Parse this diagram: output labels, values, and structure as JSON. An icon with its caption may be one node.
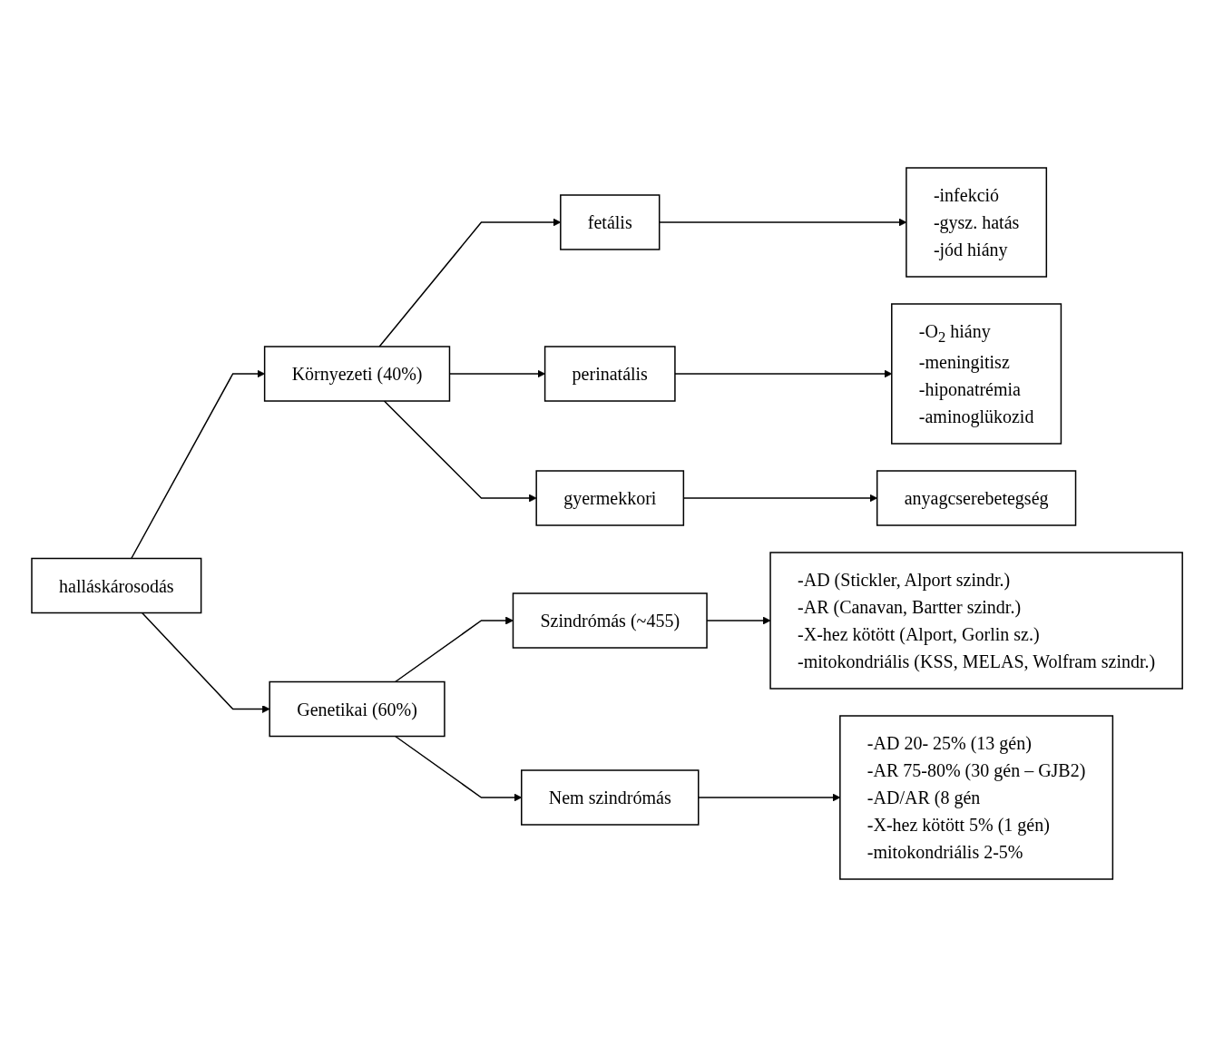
{
  "diagram": {
    "nodes": [
      {
        "text": [
          "halláskárosodás"
        ]
      },
      {
        "text": [
          "Környezeti (40%)"
        ]
      },
      {
        "text": [
          "fetális"
        ]
      },
      {
        "text": [
          "-infekció",
          "-gysz. hatás",
          "-jód hiány"
        ]
      },
      {
        "text": [
          "perinatális"
        ]
      },
      {
        "text": [
          "-O$_{2}$ hiány",
          "-meningitisz",
          "-hiponatrémia",
          "-aminoglükozid"
        ]
      },
      {
        "text": [
          "gyermekkori"
        ]
      },
      {
        "text": [
          "anyagcserebetegség"
        ]
      },
      {
        "text": [
          "Genetikai (60%)"
        ]
      },
      {
        "text": [
          "Szindrómás (~455)"
        ]
      },
      {
        "text": [
          "-AD (Stickler, Alport szindr.)",
          "-AR (Canavan, Bartter szindr.)",
          "-X-hez kötött (Alport, Gorlin sz.)",
          "-mitokondriális (KSS, MELAS, Wolfram szindr.)"
        ]
      },
      {
        "text": [
          "Nem szindrómás"
        ]
      },
      {
        "text": [
          "-AD 20- 25% (13 gén)",
          "-AR 75-80% (30 gén – GJB2)",
          "-AD/AR (8 gén",
          "-X-hez kötött 5% (1 gén)",
          "-mitokondriális 2-5%"
        ]
      }
    ],
    "edges": [
      {
        "from": 0,
        "to": 1,
        "arrow": "to"
      },
      {
        "from": 0,
        "to": 8,
        "arrow": "to"
      },
      {
        "from": 1,
        "to": 2,
        "arrow": "to"
      },
      {
        "from": 1,
        "to": 4,
        "arrow": "to"
      },
      {
        "from": 1,
        "to": 6,
        "arrow": "to"
      },
      {
        "from": 2,
        "to": 3,
        "arrow": "to"
      },
      {
        "from": 4,
        "to": 5,
        "arrow": "to"
      },
      {
        "from": 6,
        "to": 7,
        "arrow": "to"
      },
      {
        "from": 8,
        "to": 9,
        "arrow": "to"
      },
      {
        "from": 8,
        "to": 11,
        "arrow": "to"
      },
      {
        "from": 9,
        "to": 10,
        "arrow": "to"
      },
      {
        "from": 11,
        "to": 12,
        "arrow": "to"
      }
    ]
  }
}
